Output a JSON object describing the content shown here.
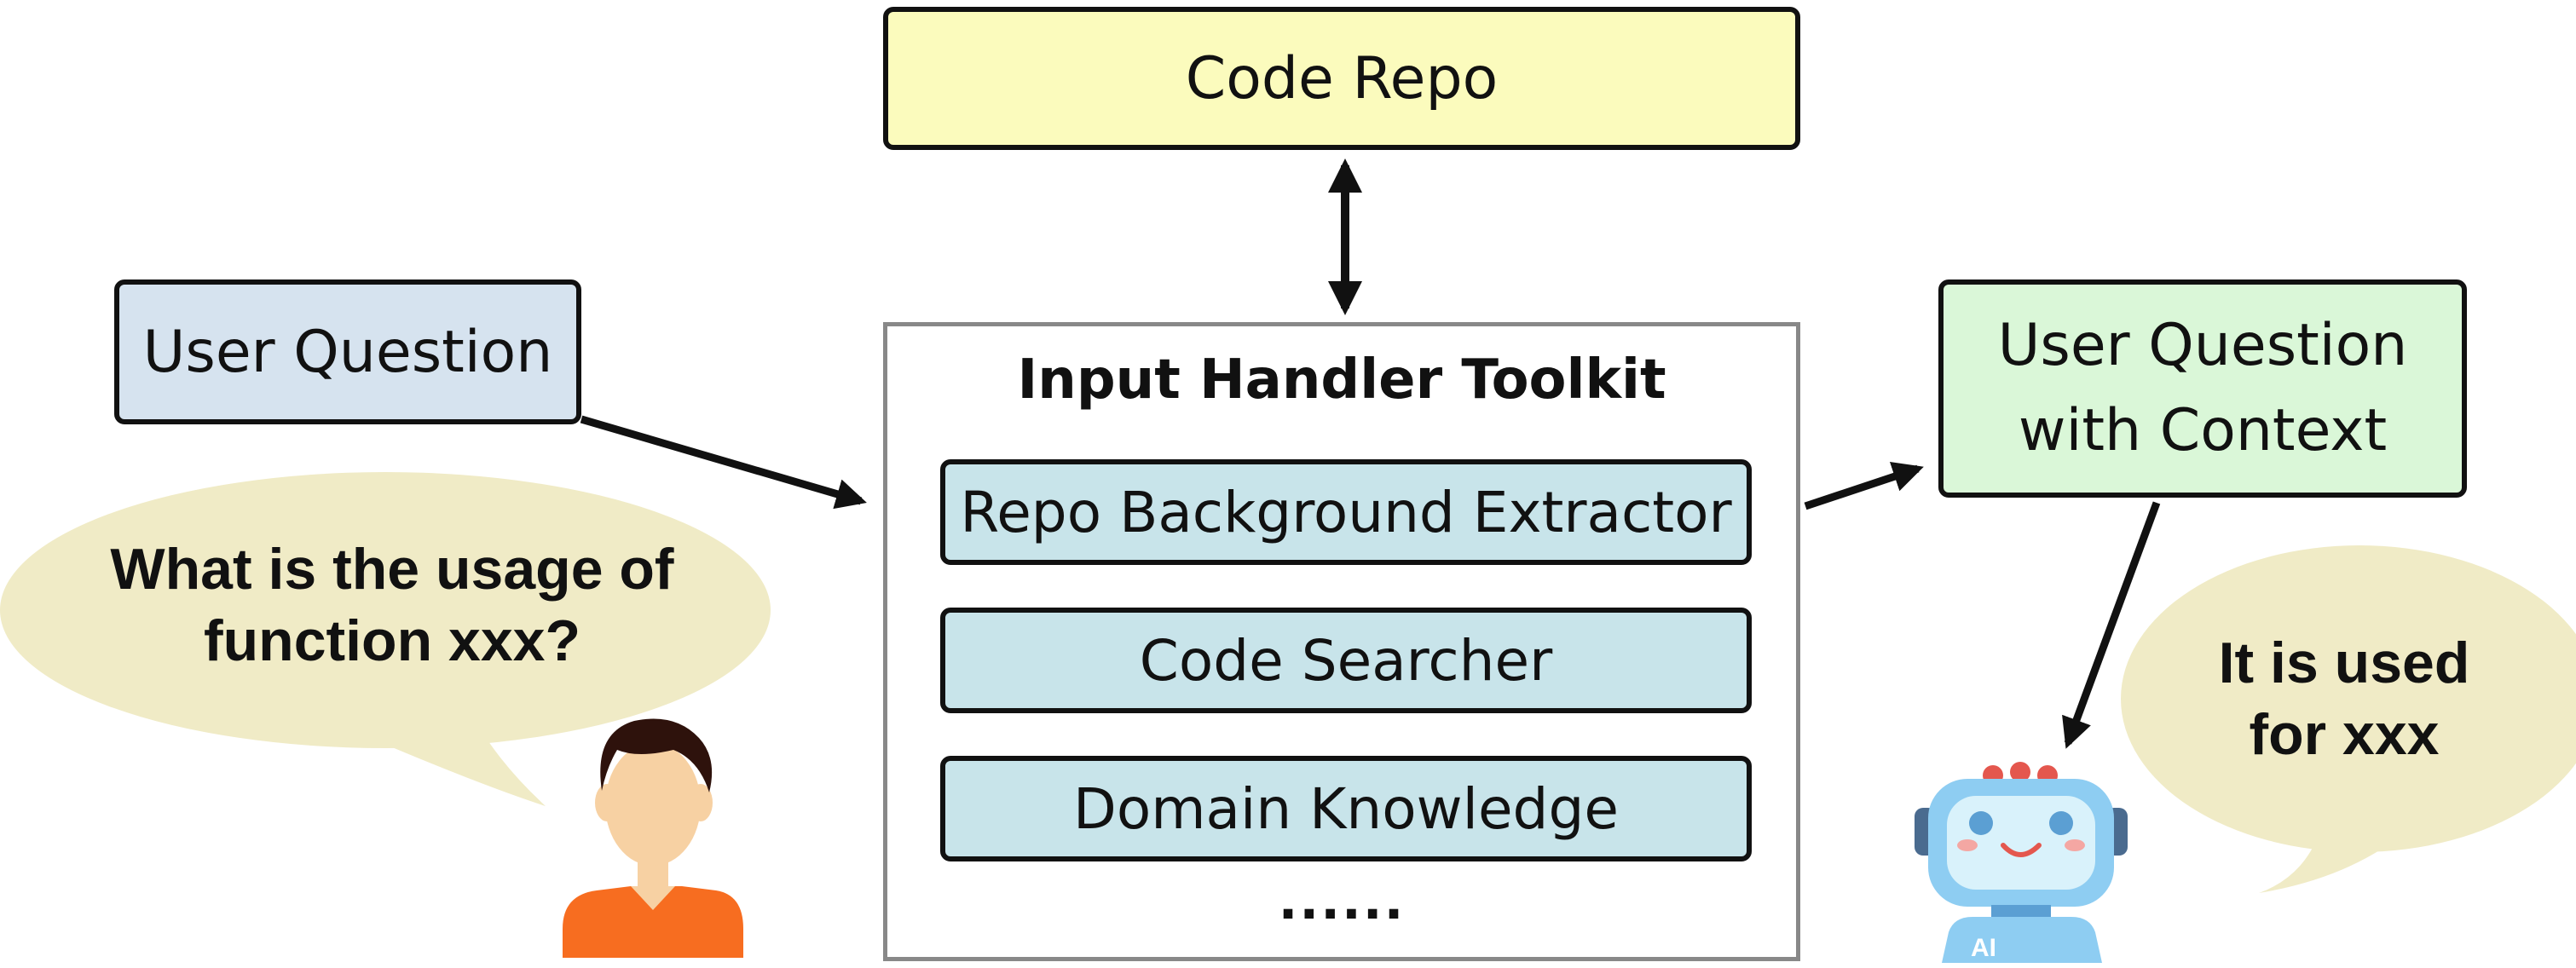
{
  "code_repo": {
    "label": "Code Repo"
  },
  "user_question": {
    "label": "User Question"
  },
  "toolkit": {
    "title": "Input Handler Toolkit",
    "tools": [
      "Repo Background Extractor",
      "Code Searcher",
      "Domain Knowledge"
    ],
    "more": "......"
  },
  "user_question_context": {
    "line1": "User Question",
    "line2": "with Context"
  },
  "user_bubble": {
    "line1": "What is the usage of",
    "line2": "function xxx?"
  },
  "bot_bubble": {
    "line1": "It is used",
    "line2": "for xxx"
  },
  "robot_badge": "AI",
  "colors": {
    "code_repo_fill": "#fbfbbd",
    "user_question_fill": "#d6e3ef",
    "context_fill": "#daf7d8",
    "tool_fill": "#c8e4ea",
    "bubble_fill": "#f0ebc6",
    "person_shirt": "#f76d20",
    "robot_body": "#8ecdf2"
  }
}
